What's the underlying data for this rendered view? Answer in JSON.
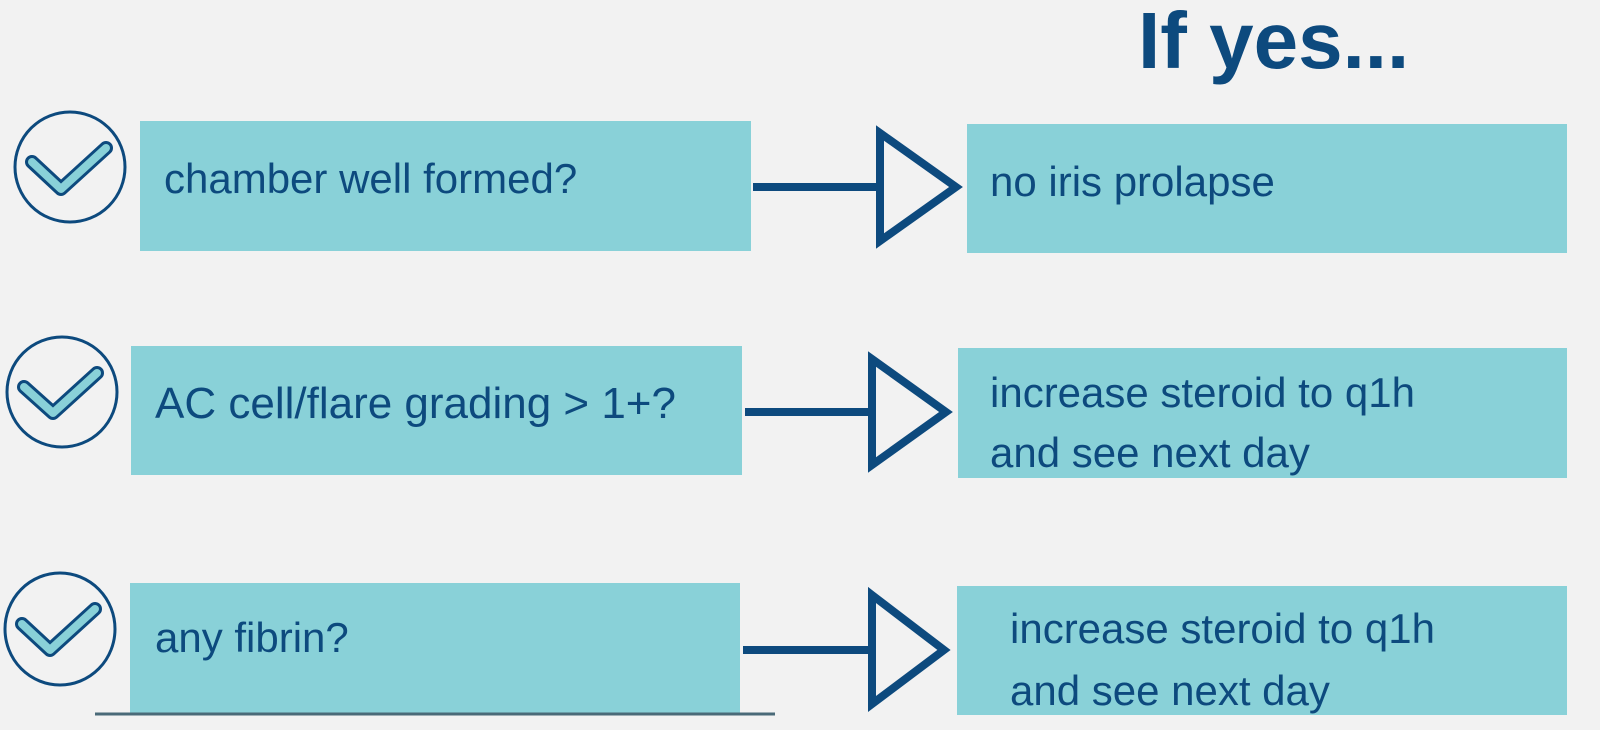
{
  "title": "If yes...",
  "colors": {
    "background": "#f2f2f2",
    "box": "#89d1d8",
    "navy": "#0d4a7e"
  },
  "rows": [
    {
      "icon": "check-circle-icon",
      "question": "chamber well formed?",
      "result": [
        "no iris prolapse"
      ]
    },
    {
      "icon": "check-circle-icon",
      "question": "AC cell/flare grading > 1+?",
      "result": [
        "increase steroid to q1h",
        "and see next day"
      ]
    },
    {
      "icon": "check-circle-icon",
      "question": "any fibrin?",
      "result": [
        "increase steroid to q1h",
        "and see next day"
      ]
    }
  ]
}
